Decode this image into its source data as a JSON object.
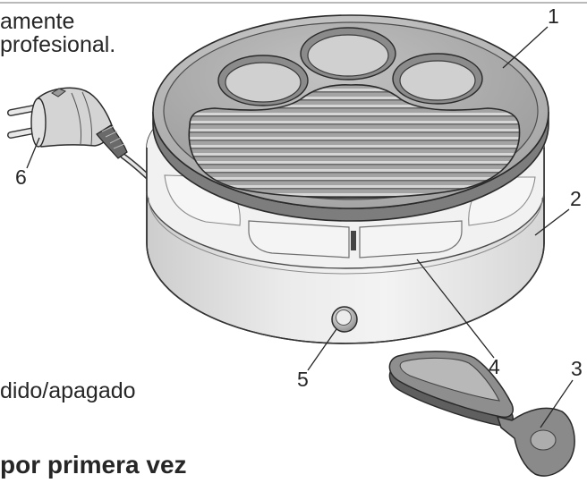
{
  "document": {
    "text_line_1": "amente",
    "text_line_2": "profesional.",
    "text_line_3": "dido/apagado",
    "heading": "por primera vez"
  },
  "callouts": [
    "1",
    "2",
    "3",
    "4",
    "5",
    "6"
  ],
  "colors": {
    "ink": "#262626",
    "page_rule": "#b9b9b9"
  }
}
